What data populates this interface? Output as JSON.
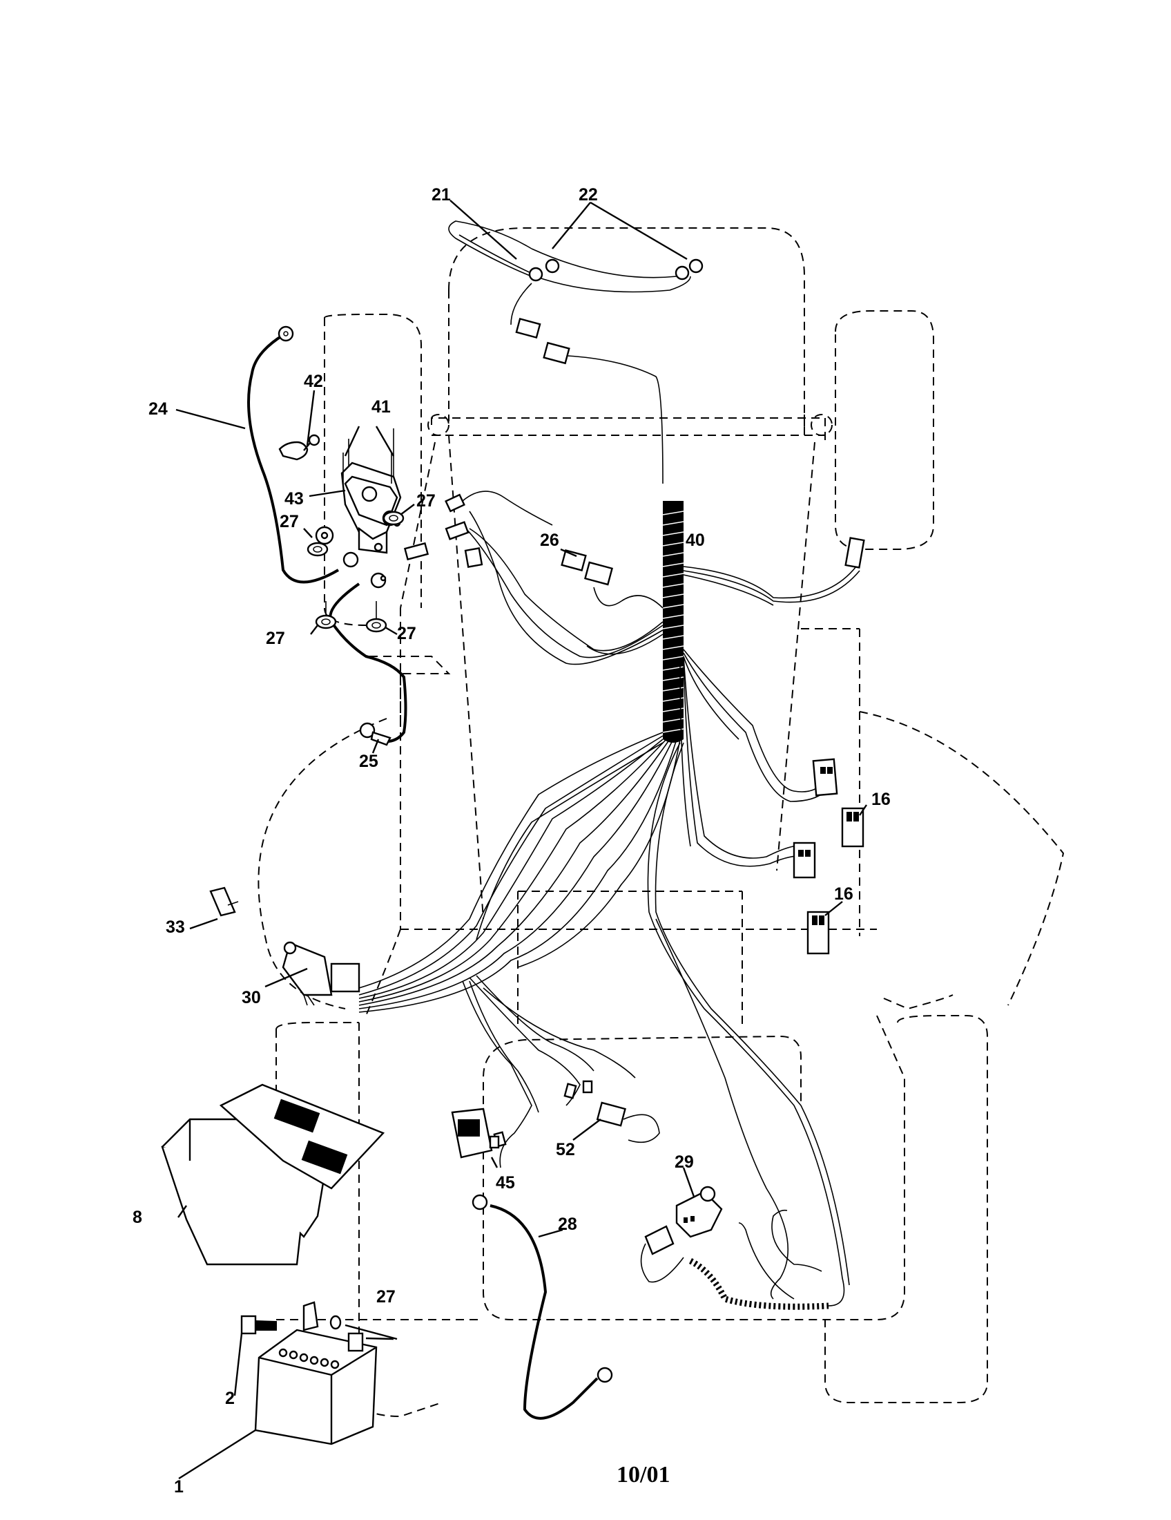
{
  "callouts": {
    "c1": "1",
    "c2": "2",
    "c8": "8",
    "c16a": "16",
    "c16b": "16",
    "c21": "21",
    "c22": "22",
    "c24": "24",
    "c25": "25",
    "c26": "26",
    "c27a": "27",
    "c27b": "27",
    "c27c": "27",
    "c27d": "27",
    "c27e": "27",
    "c28": "28",
    "c29": "29",
    "c30": "30",
    "c33": "33",
    "c40": "40",
    "c41": "41",
    "c42": "42",
    "c43": "43",
    "c45": "45",
    "c52": "52"
  },
  "footer": {
    "date": "10/01"
  }
}
